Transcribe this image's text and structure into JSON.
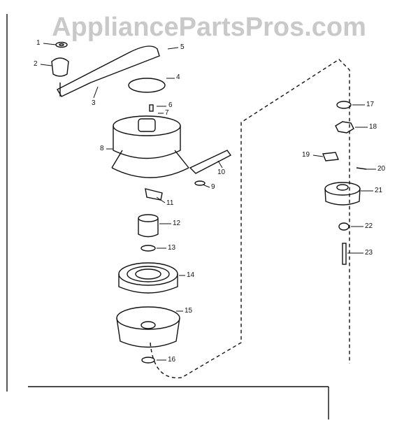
{
  "watermark": "AppliancePartsPros.com",
  "labels": [
    "1",
    "2",
    "3",
    "4",
    "5",
    "6",
    "7",
    "8",
    "9",
    "10",
    "11",
    "12",
    "13",
    "14",
    "15",
    "16",
    "17",
    "18",
    "19",
    "20",
    "21",
    "22",
    "23"
  ],
  "colors": {
    "ink": "#111111",
    "watermark": "#c9c9c9"
  }
}
